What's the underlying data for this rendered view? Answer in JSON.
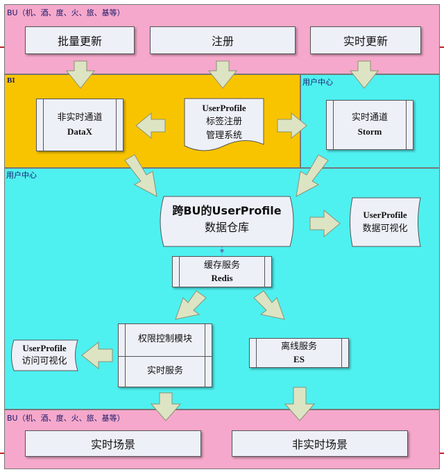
{
  "top_bu": {
    "label": "BU（机、酒、度、火、旅、基等）"
  },
  "bottom_bu": {
    "label": "BU（机、酒、度、火、旅、基等）"
  },
  "bi_zone": {
    "label": "BI"
  },
  "user_center_top": {
    "label": "用户中心"
  },
  "user_center_main": {
    "label": "用户中心"
  },
  "top_boxes": [
    "批量更新",
    "注册",
    "实时更新"
  ],
  "datax": {
    "line1": "非实时通道",
    "line2": "DataX"
  },
  "tag_mgmt": {
    "line1": "UserProfile",
    "line2": "标签注册",
    "line3": "管理系统"
  },
  "storm": {
    "line1": "实时通道",
    "line2": "Storm"
  },
  "warehouse": {
    "line1": "跨BU的UserProfile",
    "line2": "数据仓库"
  },
  "visual_right": {
    "line1": "UserProfile",
    "line2": "数据可视化"
  },
  "cache": {
    "line1": "缓存服务",
    "line2": "Redis"
  },
  "access": {
    "upper": "权限控制模块",
    "lower": "实时服务"
  },
  "visual_left": {
    "line1": "UserProfile",
    "line2": "访问可视化"
  },
  "offline": {
    "line1": "离线服务",
    "line2": "ES"
  },
  "bottom_boxes": [
    "实时场景",
    "非实时场景"
  ],
  "colors": {
    "pink": "#f5a8cb",
    "cyan": "#4ff0f0",
    "gold": "#f8c400",
    "box": "#eef0f8",
    "arrow": "#dde4c4",
    "red_line": "#c0232b"
  }
}
